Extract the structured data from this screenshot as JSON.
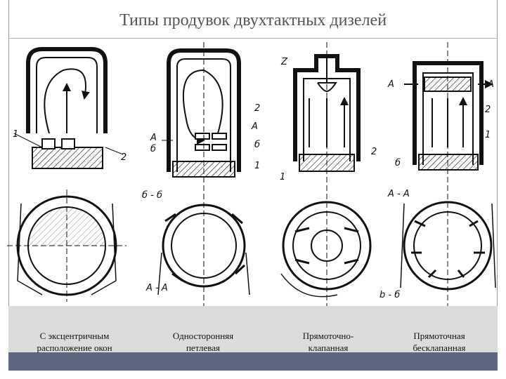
{
  "title": "Типы продувок двухтактных дизелей",
  "captions": [
    {
      "line1": "С эксцентричным",
      "line2": "расположение окон"
    },
    {
      "line1": "Односторонняя",
      "line2": "петлевая"
    },
    {
      "line1": "Прямоточно-",
      "line2": "клапанная"
    },
    {
      "line1": "Прямоточная",
      "line2": "бесклапанная"
    }
  ],
  "labels": {
    "one": "1",
    "two": "2",
    "z": "Z",
    "a": "A",
    "b": "б",
    "section_bb": "б - б",
    "section_aa": "A - A",
    "section_bb2": "b - б",
    "section_aa2": "A - A"
  },
  "colors": {
    "frame": "#9a9a9a",
    "band": "#dcdcdc",
    "strip": "#5e6680",
    "ink": "#111111"
  }
}
